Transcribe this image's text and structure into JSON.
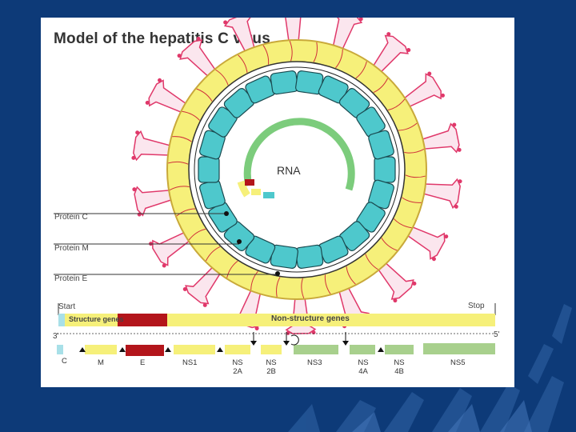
{
  "title": "Model of the hepatitis C virus",
  "rna_label": "RNA",
  "protein_labels": [
    "Protein C",
    "Protein M",
    "Protein E"
  ],
  "genome": {
    "start_label": "Start",
    "stop_label": "Stop",
    "structure_label": "Structure genes",
    "non_structure_label": "Non-structure genes",
    "three_prime": "3'",
    "five_prime": "5'",
    "segments": [
      {
        "name": "C",
        "label": "C"
      },
      {
        "name": "M",
        "label": "M"
      },
      {
        "name": "E",
        "label": "E"
      },
      {
        "name": "NS1",
        "label": "NS1"
      },
      {
        "name": "NS2A",
        "label": "NS 2A"
      },
      {
        "name": "NS2B",
        "label": "NS 2B"
      },
      {
        "name": "NS3",
        "label": "NS3"
      },
      {
        "name": "NS4A",
        "label": "NS 4A"
      },
      {
        "name": "NS4B",
        "label": "NS 4B"
      },
      {
        "name": "NS5",
        "label": "NS5"
      }
    ]
  },
  "colors": {
    "background": "#0d3a78",
    "envelope": "#f6f07a",
    "capsid": "#4ec8cc",
    "spike": "#e0386a",
    "structure_bar": "#b3151b",
    "nonstructure_bar": "#f6f07a",
    "ns_segment": "#a8d08d"
  }
}
